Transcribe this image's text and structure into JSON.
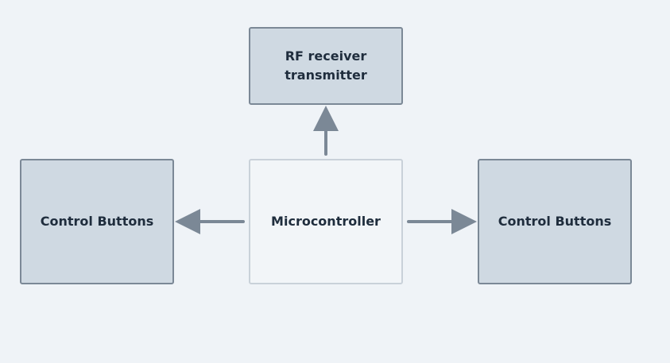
{
  "diagram": {
    "nodes": {
      "rf": "RF receiver\ntransmitter",
      "left": "Control Buttons",
      "center": "Microcontroller",
      "right": "Control Buttons"
    }
  },
  "colors": {
    "background": "#eff3f7",
    "node_fill": "#cfd9e2",
    "node_border": "#7b8896",
    "center_fill": "#f2f5f8",
    "center_border": "#c9d1d9",
    "arrow": "#7b8896",
    "text": "#1f2d3d"
  }
}
